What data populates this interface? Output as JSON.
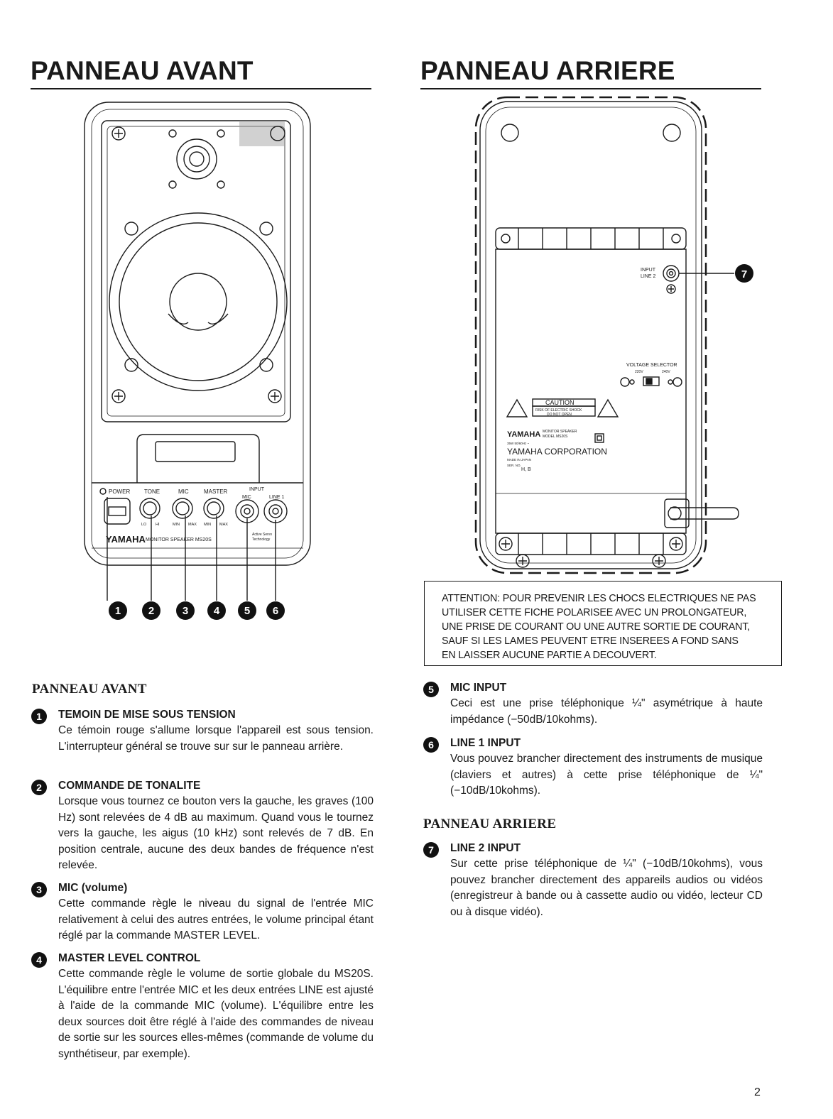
{
  "titles": {
    "front": "PANNEAU AVANT",
    "rear": "PANNEAU ARRIERE"
  },
  "front_panel_figure": {
    "labels": {
      "power": "POWER",
      "tone": "TONE",
      "mic": "MIC",
      "master": "MASTER",
      "input": "INPUT",
      "input_mic": "MIC",
      "input_line1": "LINE 1",
      "lo": "LO",
      "hi": "HI",
      "min": "MIN",
      "max": "MAX",
      "brand": "YAMAHA",
      "model_line": "MONITOR SPEAKER MS20S",
      "active_servo_1": "Active Servo",
      "active_servo_2": "Technology"
    },
    "callouts": [
      "1",
      "2",
      "3",
      "4",
      "5",
      "6"
    ]
  },
  "rear_panel_figure": {
    "labels": {
      "input": "INPUT",
      "line2": "LINE 2",
      "voltage_selector": "VOLTAGE SELECTOR",
      "v220": "220V",
      "v240": "240V",
      "caution": "CAUTION",
      "caution_sub1": "RISK OF ELECTRIC SHOCK",
      "caution_sub2": "DO NOT OPEN",
      "brand": "YAMAHA",
      "monitor_speaker": "MONITOR SPEAKER",
      "model": "MODEL MS20S",
      "power_spec": "35W 50/60Hz ~",
      "corporation": "YAMAHA CORPORATION",
      "made_in": "MADE IN JAPAN",
      "ser_no": "SER. NO.",
      "hb": "H, B"
    },
    "callout": "7"
  },
  "attention": [
    "ATTENTION: POUR PREVENIR LES CHOCS ELECTRIQUES NE PAS",
    "UTILISER CETTE FICHE POLARISEE AVEC UN PROLONGATEUR,",
    "UNE PRISE DE COURANT OU UNE AUTRE SORTIE DE COURANT,",
    "SAUF SI LES LAMES PEUVENT ETRE INSEREES A FOND SANS",
    "EN LAISSER AUCUNE PARTIE A DECOUVERT."
  ],
  "sections": {
    "front": "PANNEAU AVANT",
    "rear": "PANNEAU ARRIERE"
  },
  "items": [
    {
      "num": "1",
      "title": "TEMOIN DE MISE SOUS TENSION",
      "body": "Ce témoin rouge s'allume lorsque l'appareil est sous tension. L'interrupteur général se trouve sur sur le panneau arrière."
    },
    {
      "num": "2",
      "title": "COMMANDE DE TONALITE",
      "body": "Lorsque vous tournez ce bouton vers la gauche, les graves (100 Hz) sont relevées de 4 dB au maximum. Quand vous le tournez vers la gauche, les aigus (10 kHz) sont relevés de 7 dB. En position centrale, aucune des deux bandes de fréquence n'est relevée."
    },
    {
      "num": "3",
      "title": "MIC (volume)",
      "body": "Cette commande règle le niveau du signal de l'entrée MIC relativement à celui des autres entrées, le volume principal étant réglé par la commande MASTER LEVEL."
    },
    {
      "num": "4",
      "title": "MASTER LEVEL CONTROL",
      "body": "Cette commande règle le volume de sortie globale du MS20S. L'équilibre entre l'entrée MIC et les deux entrées LINE est ajusté à l'aide de la commande MIC (volume). L'équilibre entre les deux sources doit être réglé à l'aide des commandes de niveau de sortie sur les sources elles-mêmes (commande de volume du synthétiseur, par exemple)."
    },
    {
      "num": "5",
      "title": "MIC INPUT",
      "body": "Ceci est une prise téléphonique ¼\" asymétrique à haute impédance (−50dB/10kohms)."
    },
    {
      "num": "6",
      "title": "LINE 1 INPUT",
      "body": "Vous pouvez brancher directement des instruments de musique (claviers et autres) à cette prise téléphonique de ¼\" (−10dB/10kohms)."
    },
    {
      "num": "7",
      "title": "LINE 2 INPUT",
      "body": "Sur cette prise téléphonique de ¼\" (−10dB/10kohms), vous pouvez brancher directement des appareils audios ou vidéos (enregistreur à bande ou à cassette audio ou vidéo, lecteur CD ou à disque vidéo)."
    }
  ],
  "page_number": "2"
}
